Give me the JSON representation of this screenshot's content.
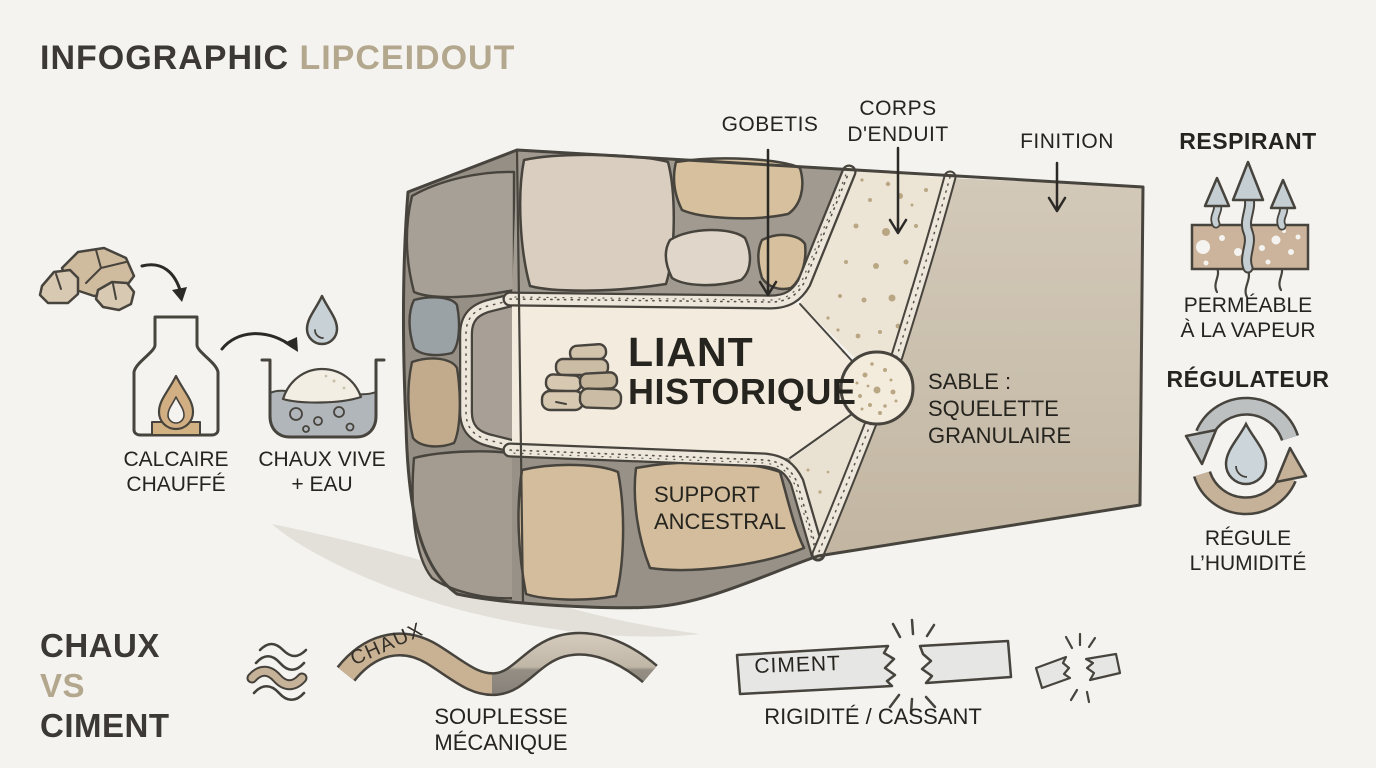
{
  "title": {
    "dark": "INFOGRAPHIC",
    "light": "LIPCEIDOUT"
  },
  "process": {
    "step1": {
      "line1": "CALCAIRE",
      "line2": "CHAUFFÉ"
    },
    "step2": {
      "line1": "CHAUX VIVE",
      "line2": "+ EAU"
    }
  },
  "wall": {
    "layer_labels": {
      "gobetis": "GOBETIS",
      "corps_line1": "CORPS",
      "corps_line2": "D'ENDUIT",
      "finition": "FINITION"
    },
    "liant": {
      "line1": "LIANT",
      "line2": "HISTORIQUE"
    },
    "sable": {
      "line1": "SABLE :",
      "line2": "SQUELETTE",
      "line3": "GRANULAIRE"
    },
    "support": {
      "line1": "SUPPORT",
      "line2": "ANCESTRAL"
    }
  },
  "properties": {
    "respirant": {
      "title": "RESPIRANT",
      "caption_line1": "PERMÉABLE",
      "caption_line2": "À LA VAPEUR"
    },
    "regulateur": {
      "title": "RÉGULATEUR",
      "caption_line1": "RÉGULE",
      "caption_line2": "L’HUMIDITÉ"
    }
  },
  "comparison": {
    "title": {
      "line1": "CHAUX",
      "vs": "VS",
      "line2": "CIMENT"
    },
    "chaux": {
      "band_label": "CHAUX",
      "caption": "SOUPLESSE MÉCANIQUE"
    },
    "ciment": {
      "bar_label": "CIMENT",
      "caption": "RIGIDITÉ / CASSANT"
    }
  },
  "colors": {
    "background": "#f5f3ef",
    "ink": "#2e2b27",
    "title_dark": "#3b3835",
    "accent_tan": "#b3a78e",
    "outline": "#47433d",
    "stone_tan": "#d5bf9c",
    "stone_cream": "#d9cec0",
    "mortar_gray": "#a09a90",
    "liant_cream": "#f2ebde",
    "finition_gray": "#cfc5b4",
    "speckle_light": "#ece7da",
    "sand_dot": "#b9a784",
    "water_blue": "#c7d1d6",
    "cement_gray": "#e6e6e4"
  }
}
